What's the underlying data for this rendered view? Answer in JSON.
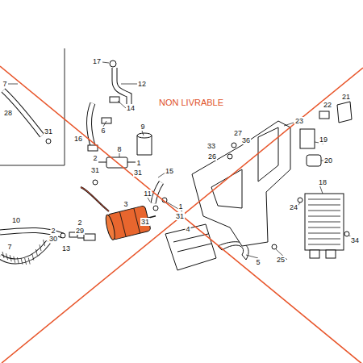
{
  "diagram": {
    "labels": [
      "7",
      "28",
      "31",
      "17",
      "12",
      "14",
      "NON LIVRABLE",
      "9",
      "6",
      "16",
      "8",
      "2",
      "31",
      "1",
      "31",
      "15",
      "11",
      "3",
      "1",
      "31",
      "31",
      "4",
      "10",
      "2",
      "29",
      "2",
      "30",
      "13",
      "7",
      "5",
      "23",
      "27",
      "36",
      "33",
      "26",
      "22",
      "21",
      "19",
      "20",
      "18",
      "24",
      "25",
      "34"
    ]
  }
}
